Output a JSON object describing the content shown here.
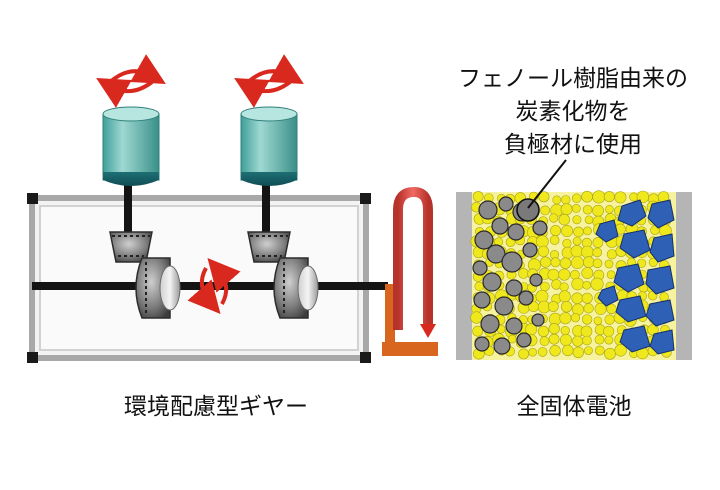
{
  "left_caption": "環境配慮型ギヤー",
  "right_caption": "全固体電池",
  "callout": {
    "lines": [
      "フェノール樹脂由来の",
      "炭素化物を",
      "負極材に使用"
    ]
  },
  "colors": {
    "motor_fill": "#5fb3ad",
    "rotation_arrow": "#d9291f",
    "lift_arrow": "#e0504a",
    "orange_block": "#d8661f",
    "particle_yellow": "#efe81c",
    "particle_gray": "#8a8a8a",
    "particle_blue": "#2e60b5",
    "frame_gray": "#bbbbbb"
  }
}
